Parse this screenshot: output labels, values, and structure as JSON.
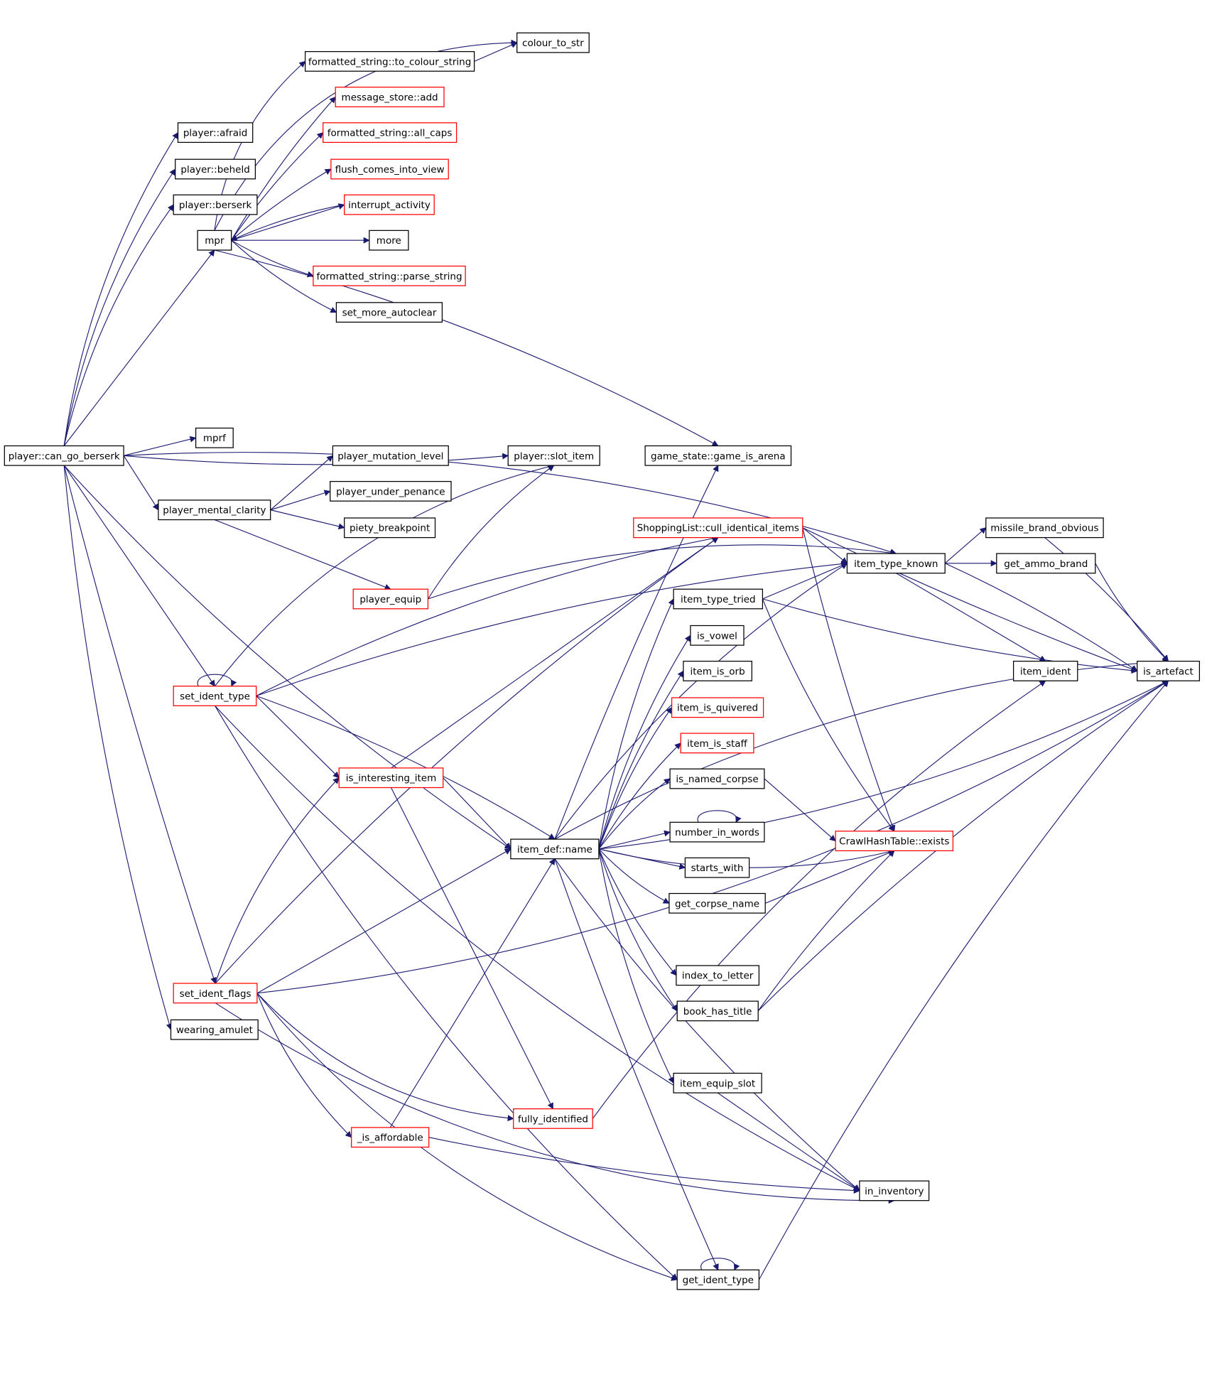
{
  "colors": {
    "edge": "#191970",
    "border_defined": "#000000",
    "border_undocumented": "#ff0000",
    "root_fill": "#bfbfbf"
  },
  "nodes": [
    {
      "id": "root",
      "label": "player::can_go_berserk",
      "style": "root"
    },
    {
      "id": "afraid",
      "label": "player::afraid",
      "style": "black"
    },
    {
      "id": "beheld",
      "label": "player::beheld",
      "style": "black"
    },
    {
      "id": "berserk",
      "label": "player::berserk",
      "style": "black"
    },
    {
      "id": "mpr",
      "label": "mpr",
      "style": "black"
    },
    {
      "id": "mprf",
      "label": "mprf",
      "style": "black"
    },
    {
      "id": "pmc",
      "label": "player_mental_clarity",
      "style": "black"
    },
    {
      "id": "sit",
      "label": "set_ident_type",
      "style": "red"
    },
    {
      "id": "sif",
      "label": "set_ident_flags",
      "style": "red"
    },
    {
      "id": "wam",
      "label": "wearing_amulet",
      "style": "black"
    },
    {
      "id": "tcs",
      "label": "formatted_string::to_colour_string",
      "style": "black"
    },
    {
      "id": "cts",
      "label": "colour_to_str",
      "style": "black"
    },
    {
      "id": "msa",
      "label": "message_store::add",
      "style": "red"
    },
    {
      "id": "fac",
      "label": "formatted_string::all_caps",
      "style": "red"
    },
    {
      "id": "fciv",
      "label": "flush_comes_into_view",
      "style": "red"
    },
    {
      "id": "ia",
      "label": "interrupt_activity",
      "style": "red"
    },
    {
      "id": "more",
      "label": "more",
      "style": "black"
    },
    {
      "id": "fps",
      "label": "formatted_string::parse_string",
      "style": "red"
    },
    {
      "id": "sma",
      "label": "set_more_autoclear",
      "style": "black"
    },
    {
      "id": "pml",
      "label": "player_mutation_level",
      "style": "black"
    },
    {
      "id": "pup",
      "label": "player_under_penance",
      "style": "black"
    },
    {
      "id": "pbp",
      "label": "piety_breakpoint",
      "style": "black"
    },
    {
      "id": "peq",
      "label": "player_equip",
      "style": "red"
    },
    {
      "id": "psi",
      "label": "player::slot_item",
      "style": "black"
    },
    {
      "id": "gia",
      "label": "game_state::game_is_arena",
      "style": "black"
    },
    {
      "id": "scii",
      "label": "ShoppingList::cull_identical_items",
      "style": "red"
    },
    {
      "id": "itk",
      "label": "item_type_known",
      "style": "black"
    },
    {
      "id": "mbo",
      "label": "missile_brand_obvious",
      "style": "black"
    },
    {
      "id": "gab",
      "label": "get_ammo_brand",
      "style": "black"
    },
    {
      "id": "itt",
      "label": "item_type_tried",
      "style": "black"
    },
    {
      "id": "iv",
      "label": "is_vowel",
      "style": "black"
    },
    {
      "id": "iio",
      "label": "item_is_orb",
      "style": "black"
    },
    {
      "id": "iiq",
      "label": "item_is_quivered",
      "style": "red"
    },
    {
      "id": "iis",
      "label": "item_is_staff",
      "style": "red"
    },
    {
      "id": "inc",
      "label": "is_named_corpse",
      "style": "black"
    },
    {
      "id": "iii",
      "label": "is_interesting_item",
      "style": "red"
    },
    {
      "id": "idn",
      "label": "item_def::name",
      "style": "black"
    },
    {
      "id": "niw",
      "label": "number_in_words",
      "style": "black"
    },
    {
      "id": "sw",
      "label": "starts_with",
      "style": "black"
    },
    {
      "id": "gcn",
      "label": "get_corpse_name",
      "style": "black"
    },
    {
      "id": "che",
      "label": "CrawlHashTable::exists",
      "style": "red"
    },
    {
      "id": "iid",
      "label": "item_ident",
      "style": "black"
    },
    {
      "id": "iart",
      "label": "is_artefact",
      "style": "black"
    },
    {
      "id": "itl",
      "label": "index_to_letter",
      "style": "black"
    },
    {
      "id": "bht",
      "label": "book_has_title",
      "style": "black"
    },
    {
      "id": "ies",
      "label": "item_equip_slot",
      "style": "black"
    },
    {
      "id": "fid",
      "label": "fully_identified",
      "style": "red"
    },
    {
      "id": "iaff",
      "label": "_is_affordable",
      "style": "red"
    },
    {
      "id": "inv",
      "label": "in_inventory",
      "style": "black"
    },
    {
      "id": "git",
      "label": "get_ident_type",
      "style": "black"
    }
  ]
}
